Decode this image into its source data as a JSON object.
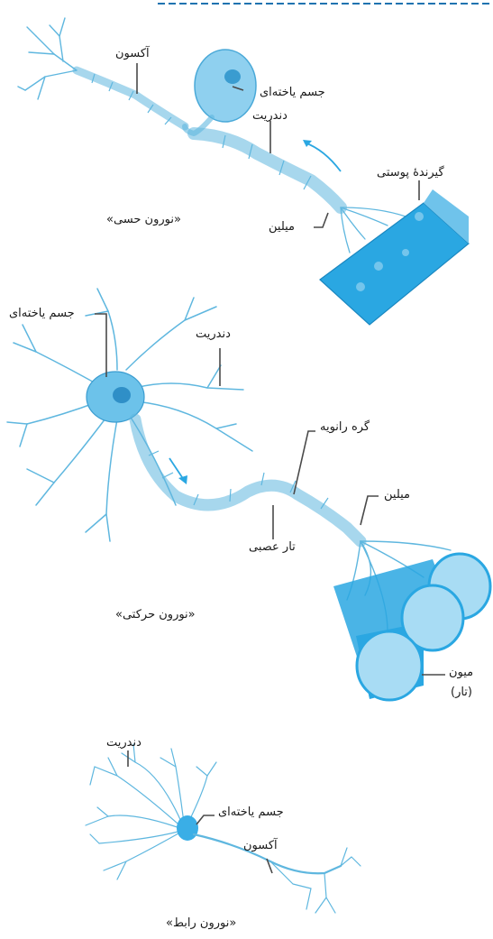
{
  "sensory": {
    "caption": "«نورون حسی»",
    "labels": {
      "axon": "آکسون",
      "cell_body": "جسم یاخته‌ای",
      "dendrite": "دندریت",
      "receptor": "گیرندهٔ پوستی",
      "myelin": "میلین"
    }
  },
  "motor": {
    "caption": "«نورون حرکتی»",
    "labels": {
      "cell_body": "جسم یاخته‌ای",
      "dendrite": "دندریت",
      "node": "گره رانویه",
      "myelin": "میلین",
      "fiber": "تار عصبی",
      "muscle": "میون",
      "muscle_sub": "(تار)"
    }
  },
  "inter": {
    "caption": "«نورون رابط»",
    "labels": {
      "dendrite": "دندریت",
      "cell_body": "جسم یاخته‌ای",
      "axon": "آکسون"
    }
  },
  "colors": {
    "nerve": "#5fb7df",
    "tissue": "#2aa7e2",
    "leader": "#4a4a4a",
    "border": "#1f73b0"
  }
}
